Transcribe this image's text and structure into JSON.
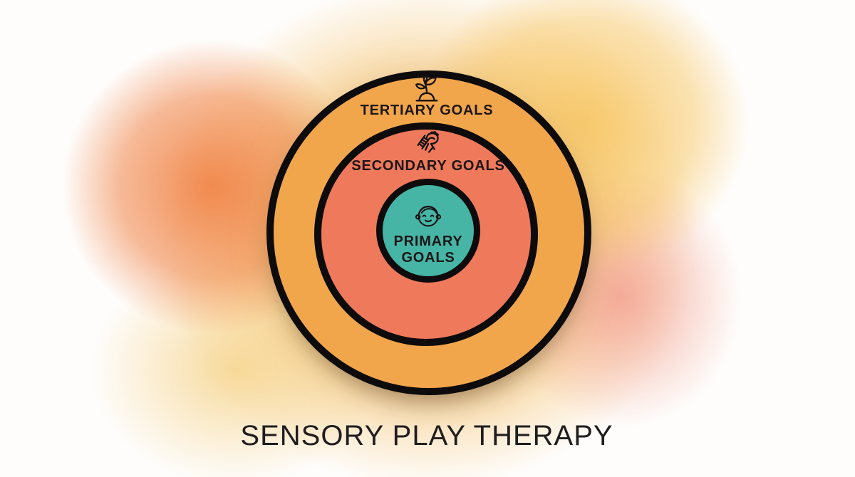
{
  "title": {
    "text": "SENSORY PLAY THERAPY"
  },
  "diagram": {
    "outline_color": "#0d0b0c",
    "rings": [
      {
        "id": "tertiary",
        "label": "TERTIARY GOALS",
        "fill": "#F2A64B",
        "icon": "sprout-icon"
      },
      {
        "id": "secondary",
        "label": "SECONDARY GOALS",
        "fill": "#EF795B",
        "icon": "handshake-icon"
      },
      {
        "id": "primary",
        "label_line1": "PRIMARY",
        "label_line2": "GOALS",
        "fill": "#46B5A5",
        "icon": "child-face-icon"
      }
    ]
  },
  "background": {
    "base": "#FEFDFC",
    "blob_left_orange": "#F08244",
    "blob_top_right_yellow": "#F7C869",
    "blob_right_pink": "#F3A594",
    "blob_bottom_left_yellow": "#F6D48C",
    "halo": "#F6C36E",
    "text_color": "#1B1617"
  }
}
